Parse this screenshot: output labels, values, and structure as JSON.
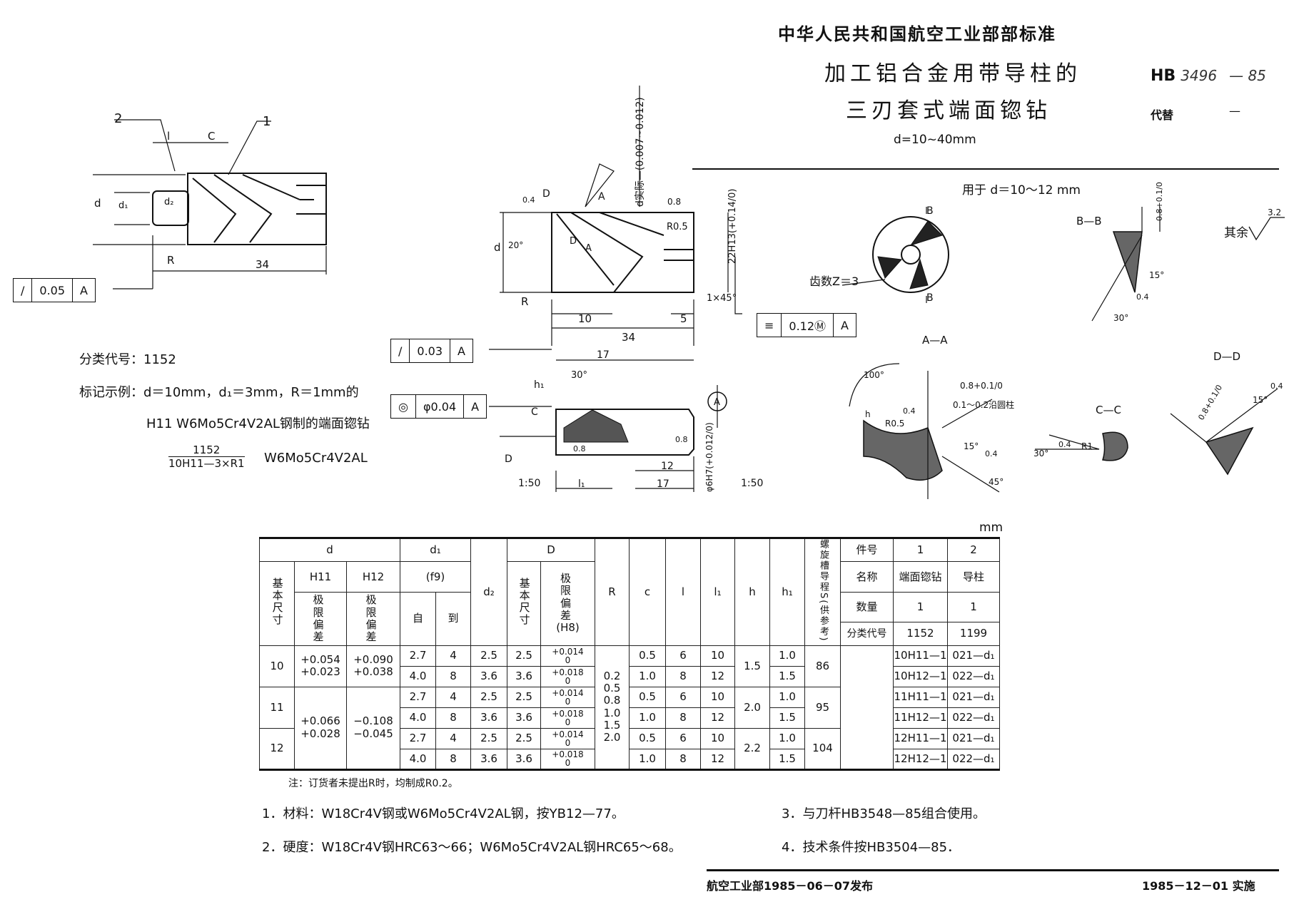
{
  "header": {
    "org": "中华人民共和国航空工业部部标准",
    "title_line1": "加工铝合金用带导柱的",
    "title_line2": "三刃套式端面锪钻",
    "range": "d=10~40mm",
    "std_prefix": "HB",
    "std_number": "3496",
    "std_year": "— 85",
    "replaces_label": "代替",
    "replaces_value": "—"
  },
  "left_info": {
    "class_code": "分类代号：1152",
    "marking_example": "标记示例：d＝10mm，d₁＝3mm，R＝1mm的",
    "marking_example_2": "H11  W6Mo5Cr4V2AL钢制的端面锪钻",
    "fraction_top": "1152",
    "fraction_bottom": "10H11—3×R1",
    "fraction_material": "W6Mo5Cr4V2AL"
  },
  "tolerance_frames": [
    {
      "symbol": "/",
      "value": "0.05",
      "datum": "A"
    },
    {
      "symbol": "/",
      "value": "0.03",
      "datum": "A"
    },
    {
      "symbol": "◎",
      "value": "φ0.04",
      "datum": "A"
    },
    {
      "symbol": "≡",
      "value": "0.12Ⓜ",
      "datum": "A"
    }
  ],
  "view1_labels": [
    "2",
    "1",
    "l",
    "C",
    "d",
    "d₁",
    "d₂",
    "R",
    "34"
  ],
  "view2_labels": [
    "d",
    "20°",
    "R",
    "10",
    "5",
    "34",
    "R0.5",
    "0.8",
    "1×45°",
    "22H13(+0.14/0)",
    "d实际—(0.007~0.012)",
    "D",
    "A",
    "D",
    "A",
    "0.4"
  ],
  "view3_labels": [
    "17",
    "30°",
    "h₁",
    "C",
    "D",
    "0.8",
    "0.8",
    "12",
    "l₁",
    "17",
    "1:50",
    "1:50",
    "φ6H7(+0.012/0)",
    "A"
  ],
  "sections": {
    "used_for": "用于 d＝10～12 mm",
    "teeth": "齿数Z＝3",
    "b_marks": [
      "B",
      "B"
    ],
    "bb_title": "B—B",
    "bb_labels": [
      "0.8+0.1/0",
      "15°",
      "0.4",
      "30°"
    ],
    "rest_label": "其余",
    "rest_roughness": "3.2",
    "aa_title": "A—A",
    "aa_labels": [
      "100°",
      "0.8+0.1/0",
      "0.1～0.2沿圆柱",
      "R0.5",
      "h",
      "15°",
      "0.4",
      "45°",
      "0.4"
    ],
    "cc_title": "C—C",
    "cc_labels": [
      "30°",
      "0.4",
      "R1"
    ],
    "dd_title": "D—D",
    "dd_labels": [
      "0.8+0.1/0",
      "15°",
      "0.4"
    ]
  },
  "table": {
    "unit": "mm",
    "headers": {
      "d": "d",
      "basic_size": "基本尺寸",
      "h11": "H11",
      "h12": "H12",
      "limit_dev": "极限偏差",
      "d1": "d₁",
      "f9": "(f9)",
      "from": "自",
      "to": "到",
      "d2": "d₂",
      "D": "D",
      "D_basic": "基本尺寸",
      "D_dev": "极限偏差",
      "h8": "(H8)",
      "R": "R",
      "c": "c",
      "l": "l",
      "l1": "l₁",
      "h": "h",
      "h1": "h₁",
      "S": "螺旋槽导程S(供参考)",
      "part_no": "件号",
      "name": "名称",
      "qty": "数量",
      "class_code": "分类代号"
    },
    "parts": {
      "no": [
        "1",
        "2"
      ],
      "name": [
        "端面锪钻",
        "导柱"
      ],
      "qty": [
        "1",
        "1"
      ],
      "code": [
        "1152",
        "1199"
      ]
    },
    "groups": [
      {
        "d": "10",
        "h11": "+0.054\n+0.023",
        "h12": "+0.090\n+0.038",
        "h": "1.5",
        "S": "86"
      },
      {
        "d": "11",
        "h": "2.0",
        "S": "95"
      },
      {
        "d": "12",
        "h": "2.2",
        "S": "104"
      }
    ],
    "h11_1112": "+0.066\n+0.028",
    "h12_1112": "−0.108\n−0.045",
    "R_values": "0.2\n0.5\n0.8\n1.0\n1.5\n2.0",
    "rows": [
      {
        "from": "2.7",
        "to": "4",
        "d2": "2.5",
        "D": "2.5",
        "Ddev": "+0.014\n0",
        "c": "0.5",
        "l": "6",
        "l1": "10",
        "h1": "1.0",
        "p1": "10H11—1",
        "p2": "021—d₁"
      },
      {
        "from": "4.0",
        "to": "8",
        "d2": "3.6",
        "D": "3.6",
        "Ddev": "+0.018\n0",
        "c": "1.0",
        "l": "8",
        "l1": "12",
        "h1": "1.5",
        "p1": "10H12—1",
        "p2": "022—d₁"
      },
      {
        "from": "2.7",
        "to": "4",
        "d2": "2.5",
        "D": "2.5",
        "Ddev": "+0.014\n0",
        "c": "0.5",
        "l": "6",
        "l1": "10",
        "h1": "1.0",
        "p1": "11H11—1",
        "p2": "021—d₁"
      },
      {
        "from": "4.0",
        "to": "8",
        "d2": "3.6",
        "D": "3.6",
        "Ddev": "+0.018\n0",
        "c": "1.0",
        "l": "8",
        "l1": "12",
        "h1": "1.5",
        "p1": "11H12—1",
        "p2": "022—d₁"
      },
      {
        "from": "2.7",
        "to": "4",
        "d2": "2.5",
        "D": "2.5",
        "Ddev": "+0.014\n0",
        "c": "0.5",
        "l": "6",
        "l1": "10",
        "h1": "1.0",
        "p1": "12H11—1",
        "p2": "021—d₁"
      },
      {
        "from": "4.0",
        "to": "8",
        "d2": "3.6",
        "D": "3.6",
        "Ddev": "+0.018\n0",
        "c": "1.0",
        "l": "8",
        "l1": "12",
        "h1": "1.5",
        "p1": "12H12—1",
        "p2": "022—d₁"
      }
    ]
  },
  "notes": {
    "table_note": "注：订货者未提出R时，均制成R0.2。",
    "n1": "1．材料：W18Cr4V钢或W6Mo5Cr4V2AL钢，按YB12—77。",
    "n2": "2．硬度：W18Cr4V钢HRC63～66；W6Mo5Cr4V2AL钢HRC65～68。",
    "n3": "3．与刀杆HB3548—85组合使用。",
    "n4": "4．技术条件按HB3504—85．"
  },
  "footer": {
    "issued": "航空工业部1985－06－07发布",
    "effective": "1985－12－01 实施"
  }
}
